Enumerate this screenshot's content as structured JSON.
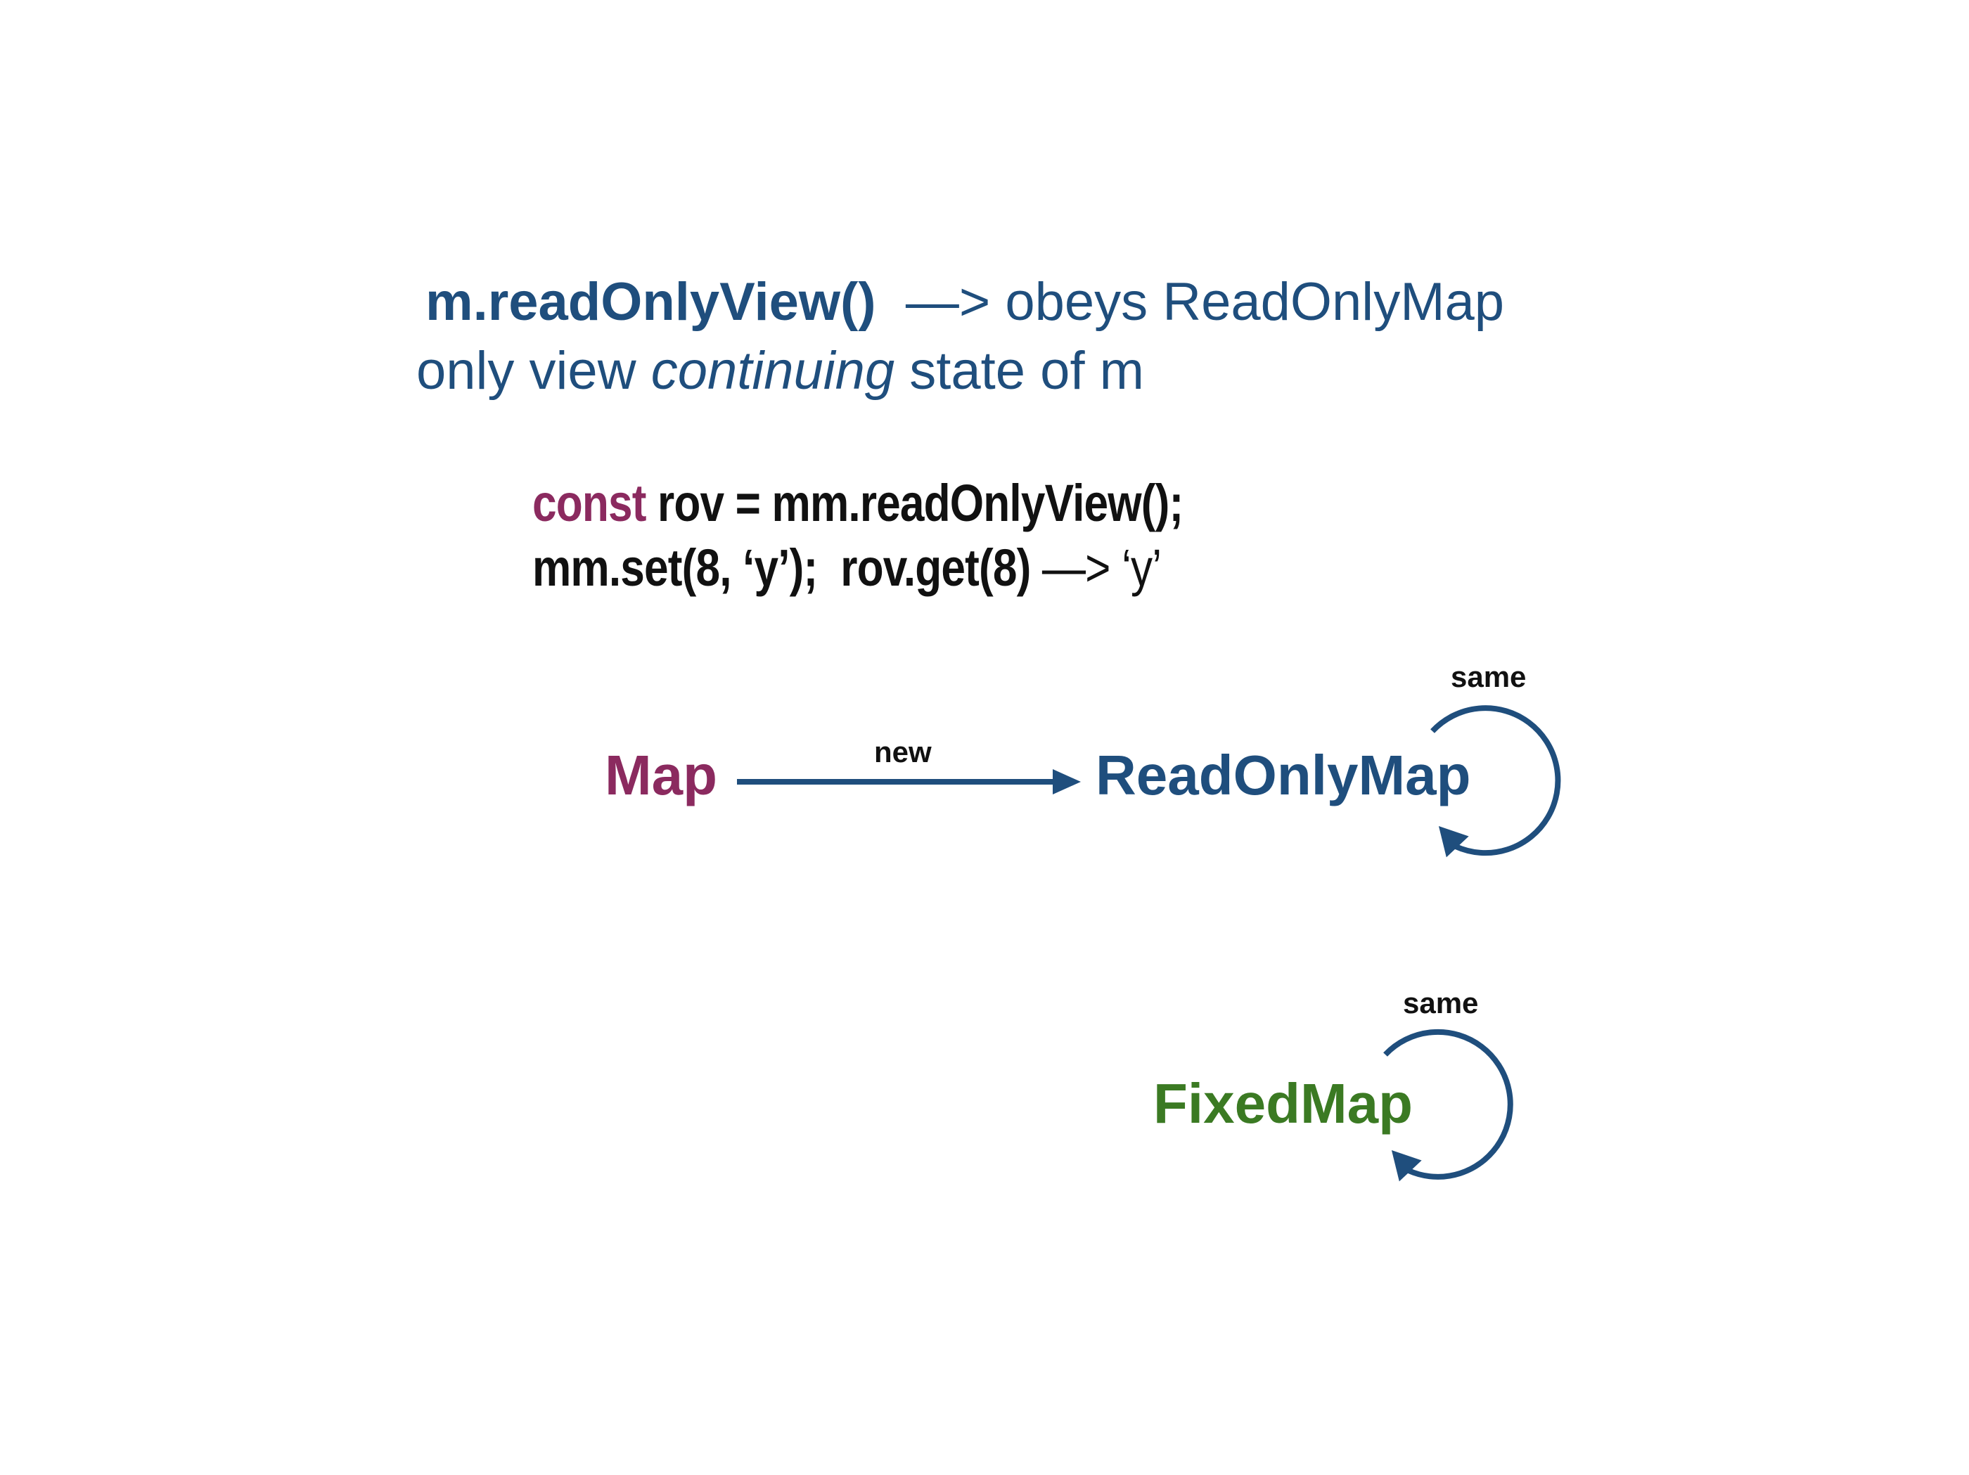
{
  "heading": {
    "line1": {
      "method": "m.readOnlyView()",
      "rest": "  —> obeys ReadOnlyMap"
    },
    "line2": {
      "before": "only view ",
      "emphasis": "continuing",
      "after": " state of m"
    }
  },
  "code": {
    "line1": {
      "keyword": "const",
      "rest": " rov = mm.readOnlyView();"
    },
    "line2": {
      "bold": "mm.set(8, ‘y’);  rov.get(8) ",
      "plain": "—> ‘y’"
    }
  },
  "diagram": {
    "nodes": {
      "map": "Map",
      "readonly": "ReadOnlyMap",
      "fixed": "FixedMap"
    },
    "edges": {
      "map_to_readonly": "new",
      "readonly_self": "same",
      "fixed_self": "same"
    }
  },
  "colors": {
    "blue": "#1f4e7d",
    "magenta": "#8b2a5f",
    "green": "#3b7a23",
    "text": "#111111"
  }
}
